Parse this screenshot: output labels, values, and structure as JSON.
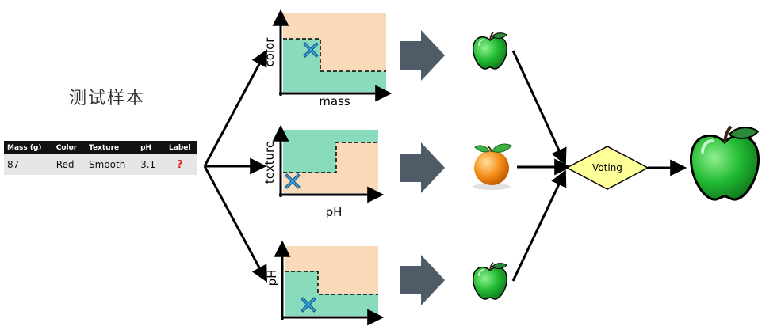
{
  "title": "测试样本",
  "table": {
    "headers": [
      "Mass (g)",
      "Color",
      "Texture",
      "pH",
      "Label"
    ],
    "row": [
      "87",
      "Red",
      "Smooth",
      "3.1",
      "?"
    ]
  },
  "trees": [
    {
      "xlabel": "mass",
      "ylabel": "color",
      "prediction": "apple"
    },
    {
      "xlabel": "pH",
      "ylabel": "texture",
      "prediction": "orange"
    },
    {
      "xlabel": "",
      "ylabel": "pH",
      "prediction": "apple"
    }
  ],
  "voting_label": "Voting",
  "final_prediction": "apple",
  "colors": {
    "region_a": "#fad9b9",
    "region_b": "#88dcbc",
    "arrow_block": "#4f5b66",
    "voting_fill": "#ffff99",
    "apple": "#22bb33",
    "orange": "#f5901c",
    "marker": "#38a8e8"
  }
}
